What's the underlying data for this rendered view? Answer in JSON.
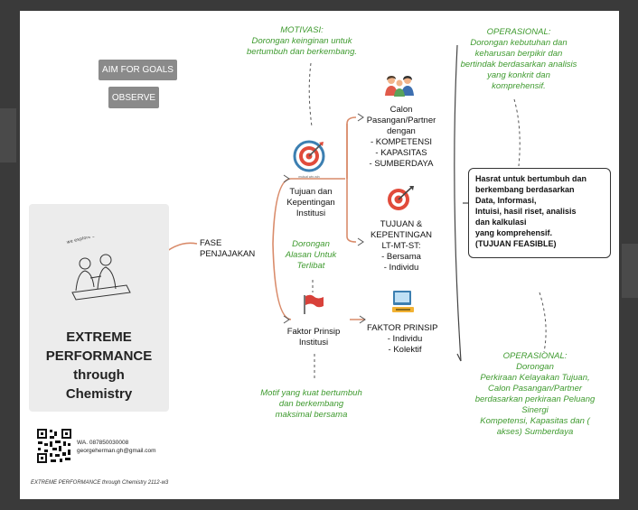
{
  "buttons": {
    "aim_for_goals": "AIM FOR GOALS",
    "observe": "OBSERVE"
  },
  "card": {
    "title_lines": [
      "EXTREME",
      "PERFORMANCE",
      "through",
      "Chemistry"
    ],
    "sketch_text": "we explore our effortless chemistry"
  },
  "fase": [
    "FASE",
    "PENJAJAKAN"
  ],
  "motivasi": [
    "MOTIVASI:",
    "Dorongan keinginan untuk",
    "bertumbuh dan berkembang."
  ],
  "tujuan_node": [
    "Tujuan dan",
    "Kepentingan",
    "Institusi"
  ],
  "tujuan_icon_caption": "mutual win-win",
  "alasan": [
    "Dorongan",
    "Alasan Untuk",
    "Terlibat"
  ],
  "faktor_node": [
    "Faktor Prinsip",
    "Institusi"
  ],
  "motif": [
    "Motif yang kuat bertumbuh",
    "dan berkembang",
    "maksimal bersama"
  ],
  "calon": [
    "Calon",
    "Pasangan/Partner",
    "dengan",
    "- KOMPETENSI",
    "- KAPASITAS",
    "- SUMBERDAYA"
  ],
  "tujuan_kep": [
    "TUJUAN &",
    "KEPENTINGAN",
    "LT-MT-ST:",
    "- Bersama",
    "- Individu"
  ],
  "faktor_prinsip": [
    "FAKTOR PRINSIP",
    "- Individu",
    "- Kolektif"
  ],
  "operasional_top": [
    "OPERASIONAL:",
    "Dorongan kebutuhan dan",
    "keharusan berpikir dan",
    "bertindak berdasarkan analisis",
    "yang konkrit dan",
    "komprehensif."
  ],
  "hasrat": [
    "Hasrat untuk bertumbuh dan",
    "berkembang berdasarkan",
    "Data, Informasi,",
    "Intuisi, hasil riset, analisis",
    "dan kalkulasi",
    "yang komprehensif.",
    "(TUJUAN FEASIBLE)"
  ],
  "operasional_bottom": [
    "OPERASIONAL:",
    "Dorongan",
    "Perkiraan Kelayakan Tujuan,",
    "Calon Pasangan/Partner",
    "berdasarkan perkiraan Peluang",
    "Sinergi",
    "Kompetensi, Kapasitas dan (",
    "akses) Sumberdaya"
  ],
  "contact": {
    "wa": "WA.  087850030008",
    "email": "georgeherman.gh@gmail.com"
  },
  "footer": "EXTREME PERFORMANCE through Chemistry 2112-w3",
  "colors": {
    "branch": "#d98b6a",
    "green_text": "#3e9a2e",
    "button": "#8a8a8a"
  }
}
